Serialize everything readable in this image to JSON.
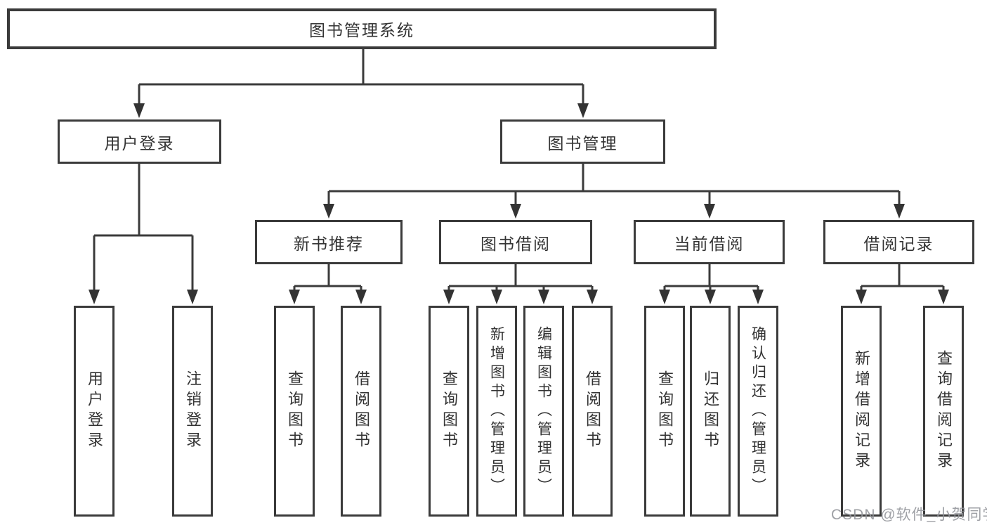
{
  "diagram": {
    "root": {
      "label": "图书管理系统",
      "children": [
        {
          "label": "用户登录",
          "children": [
            {
              "label": "用户登录"
            },
            {
              "label": "注销登录"
            }
          ]
        },
        {
          "label": "图书管理",
          "children": [
            {
              "label": "新书推荐",
              "children": [
                {
                  "label": "查询图书"
                },
                {
                  "label": "借阅图书"
                }
              ]
            },
            {
              "label": "图书借阅",
              "children": [
                {
                  "label": "查询图书"
                },
                {
                  "label": "新增图书（管理员）"
                },
                {
                  "label": "编辑图书（管理员）"
                },
                {
                  "label": "借阅图书"
                }
              ]
            },
            {
              "label": "当前借阅",
              "children": [
                {
                  "label": "查询图书"
                },
                {
                  "label": "归还图书"
                },
                {
                  "label": "确认归还（管理员）"
                }
              ]
            },
            {
              "label": "借阅记录",
              "children": [
                {
                  "label": "新增借阅记录"
                },
                {
                  "label": "查询借阅记录"
                }
              ]
            }
          ]
        }
      ]
    },
    "watermark": "CSDN @软件_小贺同学",
    "colors": {
      "line": "#3b3b3b",
      "text": "#333333",
      "watermark": "#97979c"
    }
  }
}
